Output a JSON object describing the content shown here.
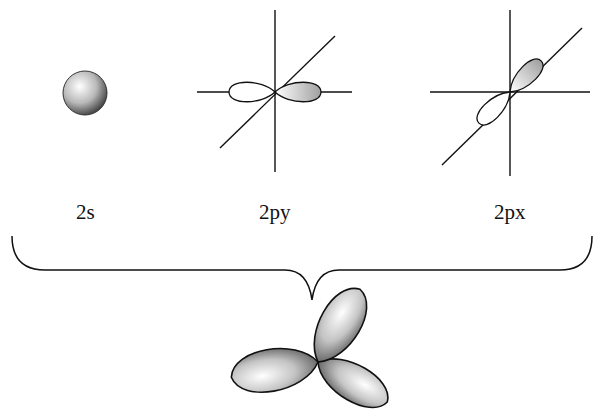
{
  "diagram": {
    "labels": [
      "2s",
      "2py",
      "2px"
    ]
  }
}
